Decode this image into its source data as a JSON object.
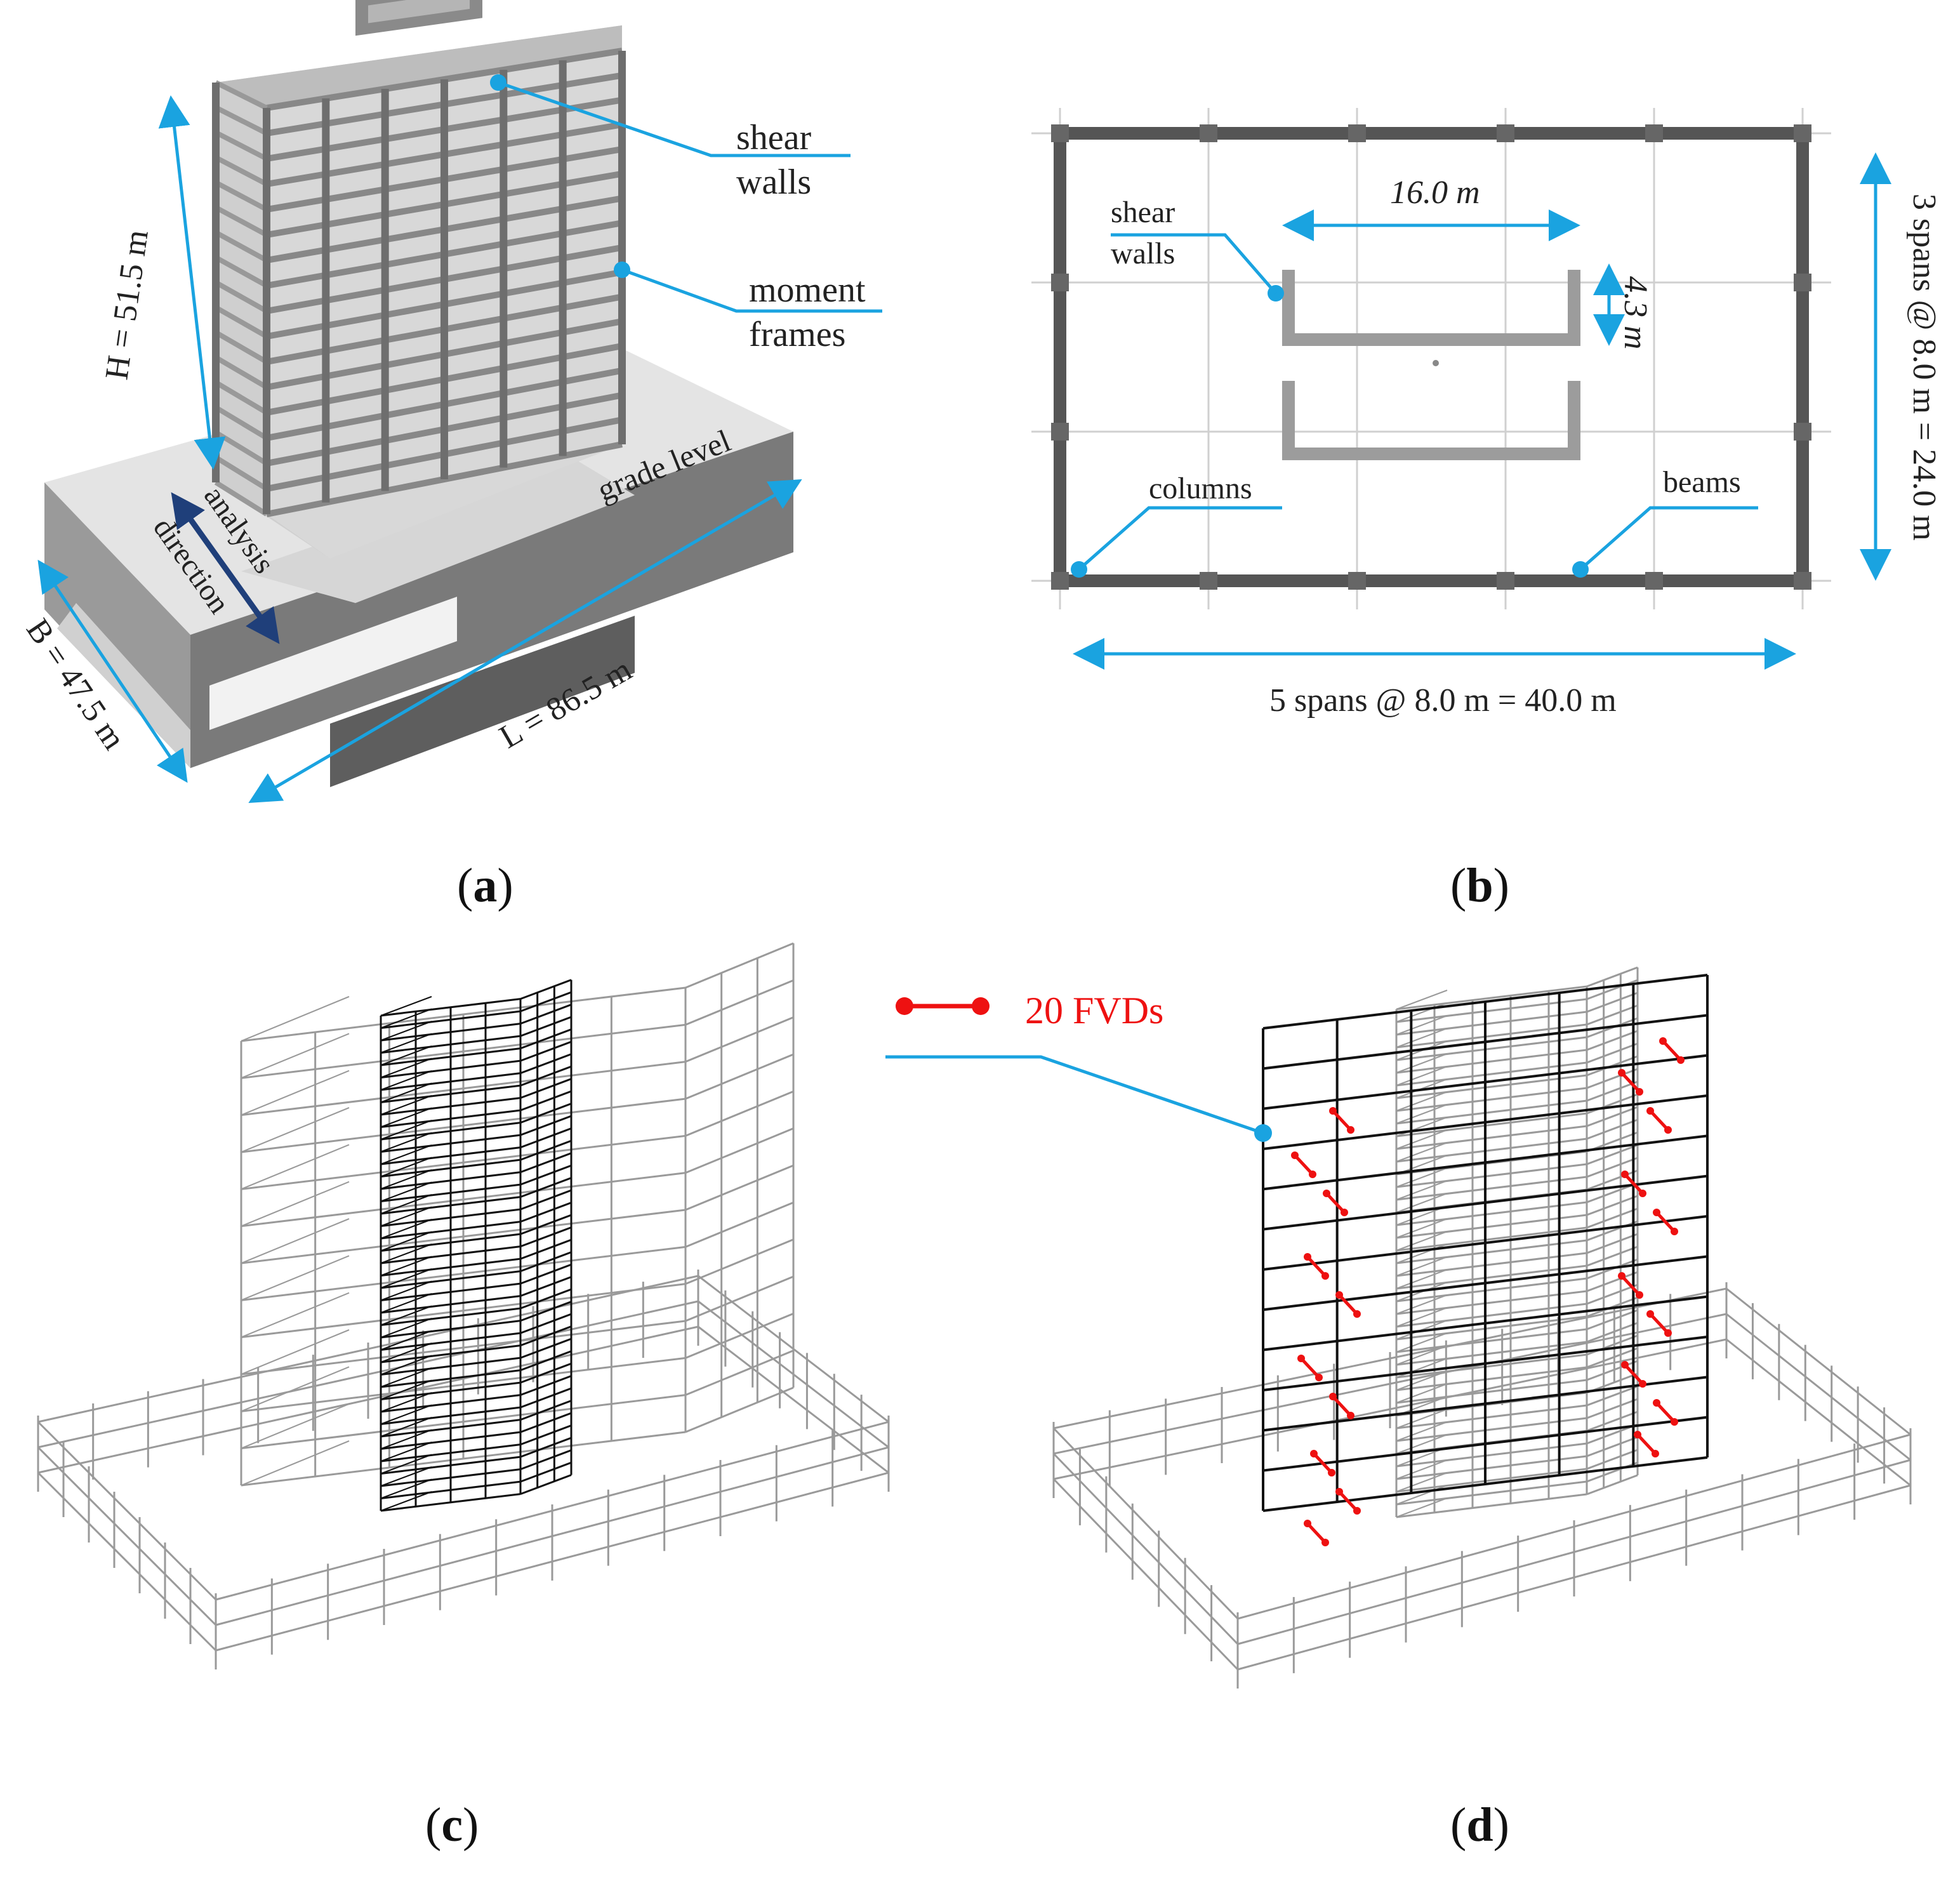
{
  "panels": {
    "a": {
      "caption_letter": "a",
      "labels": {
        "shear_walls_1": "shear",
        "shear_walls_2": "walls",
        "moment_frames_1": "moment",
        "moment_frames_2": "frames",
        "grade_level": "grade level",
        "analysis_1": "analysis",
        "analysis_2": "direction",
        "height": "H = 51.5 m",
        "width": "B = 47.5 m",
        "length": "L = 86.5 m"
      }
    },
    "b": {
      "caption_letter": "b",
      "labels": {
        "shear_walls_1": "shear",
        "shear_walls_2": "walls",
        "wall_length": "16.0 m",
        "wall_depth": "4.3 m",
        "columns": "columns",
        "beams": "beams",
        "span_x": "5 spans @ 8.0 m = 40.0 m",
        "span_y": "3 spans @ 8.0 m = 24.0 m"
      }
    },
    "c": {
      "caption_letter": "c"
    },
    "d": {
      "caption_letter": "d",
      "legend": "20 FVDs"
    }
  },
  "colors": {
    "annotation_blue": "#1aa3e0",
    "arrow_navy": "#1f3f7a",
    "damper_red": "#ee1111",
    "frame_black": "#111111",
    "frame_grey": "#8c8c8c"
  }
}
